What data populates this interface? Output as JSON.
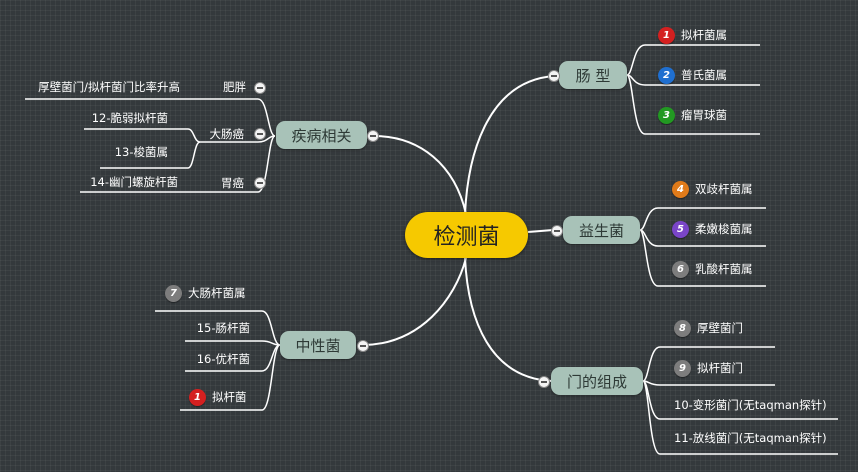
{
  "central": {
    "label": "检测菌"
  },
  "branches": {
    "intestinal_type": {
      "label": "肠 型",
      "items": [
        {
          "badge": "1",
          "color": "#d42020",
          "label": "拟杆菌属"
        },
        {
          "badge": "2",
          "color": "#1f6fd0",
          "label": "普氏菌属"
        },
        {
          "badge": "3",
          "color": "#229922",
          "label": "瘤胃球菌"
        }
      ]
    },
    "probiotics": {
      "label": "益生菌",
      "items": [
        {
          "badge": "4",
          "color": "#e07b1a",
          "label": "双歧杆菌属"
        },
        {
          "badge": "5",
          "color": "#7a45c8",
          "label": "柔嫩梭菌属"
        },
        {
          "badge": "6",
          "color": "#7d7d7d",
          "label": "乳酸杆菌属"
        }
      ]
    },
    "phylum": {
      "label": "门的组成",
      "items": [
        {
          "badge": "8",
          "color": "#7d7d7d",
          "label": "厚壁菌门"
        },
        {
          "badge": "9",
          "color": "#7d7d7d",
          "label": "拟杆菌门"
        },
        {
          "label": "10-变形菌门(无taqman探针)"
        },
        {
          "label": "11-放线菌门(无taqman探针)"
        }
      ]
    },
    "disease": {
      "label": "疾病相关",
      "groups": [
        {
          "label": "肥胖",
          "items": [
            {
              "label": "厚壁菌门/拟杆菌门比率升高"
            }
          ]
        },
        {
          "label": "大肠癌",
          "items": [
            {
              "label": "12-脆弱拟杆菌"
            },
            {
              "label": "13-梭菌属"
            }
          ]
        },
        {
          "label": "胃癌",
          "items": [
            {
              "label": "14-幽门螺旋杆菌"
            }
          ]
        }
      ]
    },
    "neutral": {
      "label": "中性菌",
      "items": [
        {
          "badge": "7",
          "color": "#7d7d7d",
          "label": "大肠杆菌属"
        },
        {
          "label": "15-肠杆菌"
        },
        {
          "label": "16-优杆菌"
        },
        {
          "badge": "1",
          "color": "#d42020",
          "label": "拟杆菌"
        }
      ]
    }
  }
}
